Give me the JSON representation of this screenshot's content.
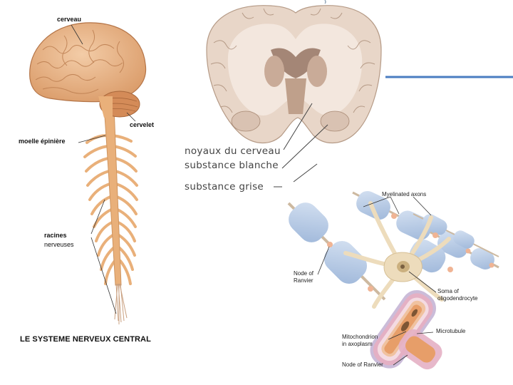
{
  "cns": {
    "labels": {
      "cerveau": "cerveau",
      "cervelet": "cervelet",
      "moelle": "moelle épinière",
      "racines_1": "racines",
      "racines_2": "nerveuses"
    },
    "title": "LE SYSTEME NERVEUX CENTRAL"
  },
  "brain_section": {
    "labels": {
      "noyaux": "noyaux du cerveau",
      "blanche": "substance blanche",
      "grise": "substance grise"
    }
  },
  "oligodendrocyte": {
    "labels": {
      "myelinated": "Myelinated axons",
      "node1_a": "Node of",
      "node1_b": "Ranvier",
      "soma_a": "Soma of",
      "soma_b": "oligodendrocyte",
      "microtubule": "Microtubule",
      "mito_a": "Mitochondrion",
      "mito_b": "in axoplasm",
      "node2": "Node of Ranvier"
    }
  },
  "colors": {
    "accent_line": "#4a7cc1",
    "nerve": "#e9b07a",
    "brain": "#e8b589",
    "myelin": "#b9cce6",
    "section": "#e3cfc0"
  }
}
